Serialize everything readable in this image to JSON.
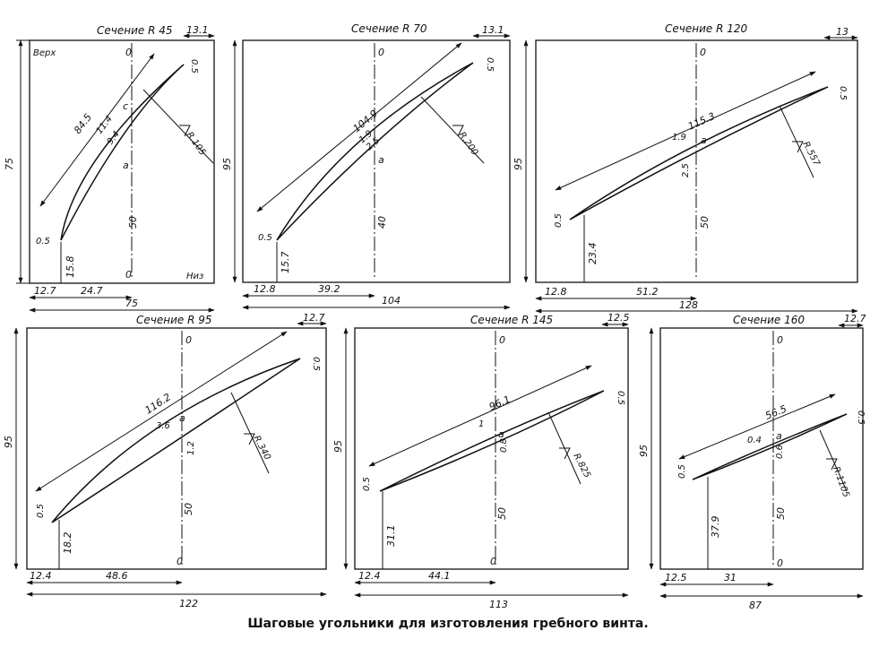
{
  "caption": "Шаговые угольники для изготовления гребного винта.",
  "panels": [
    {
      "id": "r45",
      "title": "Сечение R 45",
      "corner_labels": [
        "Верх",
        "Низ"
      ],
      "axis_top_label": "0",
      "axis_bottom_label": "0",
      "tip_dim": "13.1",
      "height_dim": "75",
      "chord_dim": "84.5",
      "thickness_dims": [
        "11.4",
        "9.4"
      ],
      "mid_label": "c",
      "point_label": "a",
      "radius_label": "R.105",
      "tip_thickness": "0.5",
      "root_thickness": "0.5",
      "root_height": "15.8",
      "axis_height": "50",
      "bottom_dims": [
        "12.7",
        "24.7"
      ],
      "width_dim": "75"
    },
    {
      "id": "r70",
      "title": "Сечение R 70",
      "axis_top_label": "0",
      "tip_dim": "13.1",
      "height_dim": "95",
      "chord_dim": "104.9",
      "thickness_dims": [
        "1.9",
        "2.5"
      ],
      "point_label": "a",
      "radius_label": "R.200",
      "tip_thickness": "0.5",
      "root_thickness": "0.5",
      "root_height": "15.7",
      "axis_height": "40",
      "bottom_dims": [
        "12.8",
        "39.2"
      ],
      "width_dim": "104"
    },
    {
      "id": "r120",
      "title": "Сечение R 120",
      "axis_top_label": "0",
      "tip_dim": "13",
      "height_dim": "95",
      "chord_dim": "115.3",
      "thickness_dims": [
        "1.9",
        "2.5"
      ],
      "point_label": "a",
      "radius_label": "R.557",
      "tip_thickness": "0.5",
      "root_thickness": "0.5",
      "root_height": "23.4",
      "axis_height": "50",
      "bottom_dims": [
        "12.8",
        "51.2"
      ],
      "width_dim": "128"
    },
    {
      "id": "r95",
      "title": "Сечение R 95",
      "axis_top_label": "0",
      "axis_bottom_label": "0",
      "tip_dim": "12.7",
      "height_dim": "95",
      "chord_dim": "116.2",
      "thickness_dims": [
        "3.6",
        "1.2"
      ],
      "point_label": "a",
      "radius_label": "R.340",
      "tip_thickness": "0.5",
      "root_thickness": "0.5",
      "root_height": "18.2",
      "axis_height": "50",
      "bottom_dims": [
        "12.4",
        "48.6"
      ],
      "width_dim": "122"
    },
    {
      "id": "r145",
      "title": "Сечение R 145",
      "axis_top_label": "0",
      "axis_bottom_label": "0",
      "tip_dim": "12.5",
      "height_dim": "95",
      "chord_dim": "96.1",
      "thickness_dims": [
        "1",
        "0.8"
      ],
      "point_label": "a",
      "radius_label": "R.825",
      "tip_thickness": "0.5",
      "root_thickness": "0.5",
      "root_height": "31.1",
      "axis_height": "50",
      "bottom_dims": [
        "12.4",
        "44.1"
      ],
      "width_dim": "113"
    },
    {
      "id": "r160",
      "title": "Сечение 160",
      "axis_top_label": "0",
      "axis_bottom_label": "0",
      "tip_dim": "12.7",
      "height_dim": "95",
      "chord_dim": "56.5",
      "thickness_dims": [
        "0.4",
        "0.6"
      ],
      "point_label": "a",
      "radius_label": "R.1105",
      "tip_thickness": "0.5",
      "root_thickness": "0.5",
      "root_height": "37.9",
      "axis_height": "50",
      "bottom_dims": [
        "12.5",
        "31"
      ],
      "width_dim": "87"
    }
  ]
}
